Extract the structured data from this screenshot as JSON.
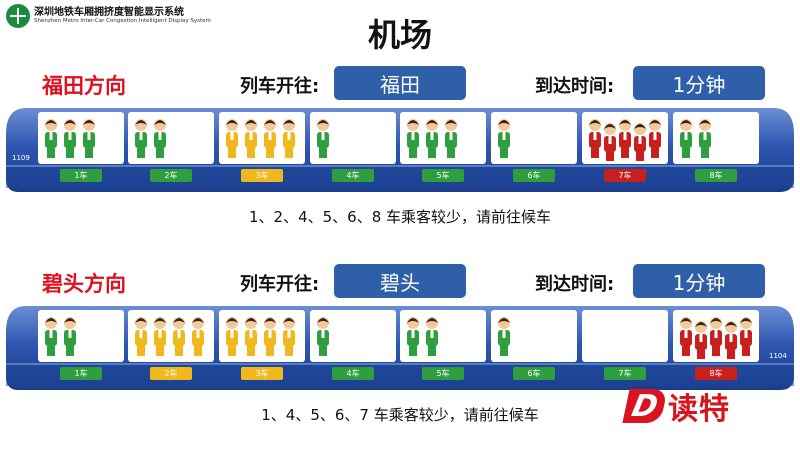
{
  "brand": {
    "name_cn": "深圳地铁车厢拥挤度智能显示系统",
    "name_en": "Shenzhen Metro Inter-Car Congestion Intelligent Display System"
  },
  "station": "机场",
  "colors": {
    "low": "#2e9e3e",
    "medium": "#f0b81c",
    "high": "#c8201c",
    "accent": "#2e5fa8",
    "direction": "#e0101e"
  },
  "legend": {
    "low_label": "车乘客较少，请前往候车"
  },
  "sections": [
    {
      "direction": "福田方向",
      "dest_label": "列车开往:",
      "dest_value": "福田",
      "time_label": "到达时间:",
      "time_value": "1分钟",
      "train_number": "1109",
      "cars": [
        {
          "label": "1车",
          "level": "low",
          "people": 3
        },
        {
          "label": "2车",
          "level": "low",
          "people": 2
        },
        {
          "label": "3车",
          "level": "medium",
          "people": 4
        },
        {
          "label": "4车",
          "level": "low",
          "people": 1
        },
        {
          "label": "5车",
          "level": "low",
          "people": 3
        },
        {
          "label": "6车",
          "level": "low",
          "people": 1
        },
        {
          "label": "7车",
          "level": "high",
          "people": 5
        },
        {
          "label": "8车",
          "level": "low",
          "people": 2
        }
      ],
      "notice": "1、2、4、5、6、8 车乘客较少，请前往候车"
    },
    {
      "direction": "碧头方向",
      "dest_label": "列车开往:",
      "dest_value": "碧头",
      "time_label": "到达时间:",
      "time_value": "1分钟",
      "train_number": "1104",
      "cars": [
        {
          "label": "1车",
          "level": "low",
          "people": 2
        },
        {
          "label": "2车",
          "level": "medium",
          "people": 4
        },
        {
          "label": "3车",
          "level": "medium",
          "people": 4
        },
        {
          "label": "4车",
          "level": "low",
          "people": 1
        },
        {
          "label": "5车",
          "level": "low",
          "people": 2
        },
        {
          "label": "6车",
          "level": "low",
          "people": 1
        },
        {
          "label": "7车",
          "level": "low",
          "people": 0
        },
        {
          "label": "8车",
          "level": "high",
          "people": 5
        }
      ],
      "notice": "1、4、5、6、7 车乘客较少，请前往候车"
    }
  ],
  "watermark": {
    "letter": "D",
    "text": "读特"
  }
}
